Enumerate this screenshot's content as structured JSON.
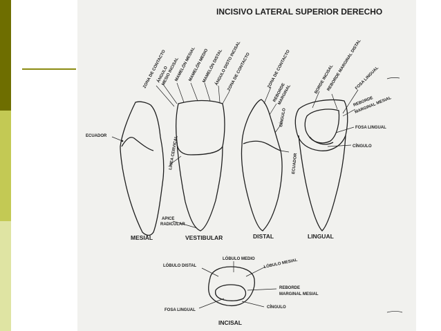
{
  "slide": {
    "colors": {
      "bar_dark": "#6e6e00",
      "bar_mid": "#c3c954",
      "bar_light": "#dfe4a3",
      "accent": "#8a8a10"
    }
  },
  "diagram": {
    "title": "INCISIVO LATERAL SUPERIOR DERECHO",
    "views": {
      "mesial": "MESIAL",
      "vestibular": "VESTIBULAR",
      "distal": "DISTAL",
      "lingual": "LINGUAL",
      "incisal": "INCISAL"
    },
    "labels": {
      "ecuador_left": "ECUADOR",
      "zona_contacto_1": "ZONA DE CONTACTO",
      "angulo_mesio_incisal_1": "ÁNGULO",
      "angulo_mesio_incisal_2": "MESIO INCISAL",
      "mamelon_mesial": "MAMELÓN MESIAL",
      "mamelon_medio": "MAMELÓN MEDIO",
      "mamelon_distal": "MAMELÓN DISTAL",
      "angulo_disto_incisal": "ÁNGULO DISTO INCISAL",
      "zona_contacto_2": "ZONA DE CONTACTO",
      "linea_cervical": "LÍNEA CERVICAL",
      "apice_1": "APICE",
      "apice_2": "RADICULAR",
      "zona_contacto_3": "ZONA DE CONTACTO",
      "reborde_marginal_1": "REBORDE",
      "reborde_marginal_2": "MARGINAL",
      "cingulo_distal": "CÍNGULO",
      "ecuador_distal": "ECUADOR",
      "borde_incisal": "BORDE INCISAL",
      "reborde_marginal_distal": "REBORDE MARGINAL DISTAL",
      "fosa_lingual_top": "FOSA LINGUAL",
      "reborde_marginal_mesial_1": "REBORDE",
      "reborde_marginal_mesial_2": "MARGINAL MESIAL",
      "fosa_lingual_right": "FOSA LINGUAL",
      "cingulo_right": "CÍNGULO",
      "lobulo_medio": "LÓBULO MEDIO",
      "lobulo_distal": "LÓBULO DISTAL",
      "lobulo_mesial": "LÓBULO MESIAL",
      "reborde_inc_1": "REBORDE",
      "reborde_inc_2": "MARGINAL MESIAL",
      "fosa_lingual_bottom": "FOSA LINGUAL",
      "cingulo_bottom": "CÍNGULO"
    }
  }
}
